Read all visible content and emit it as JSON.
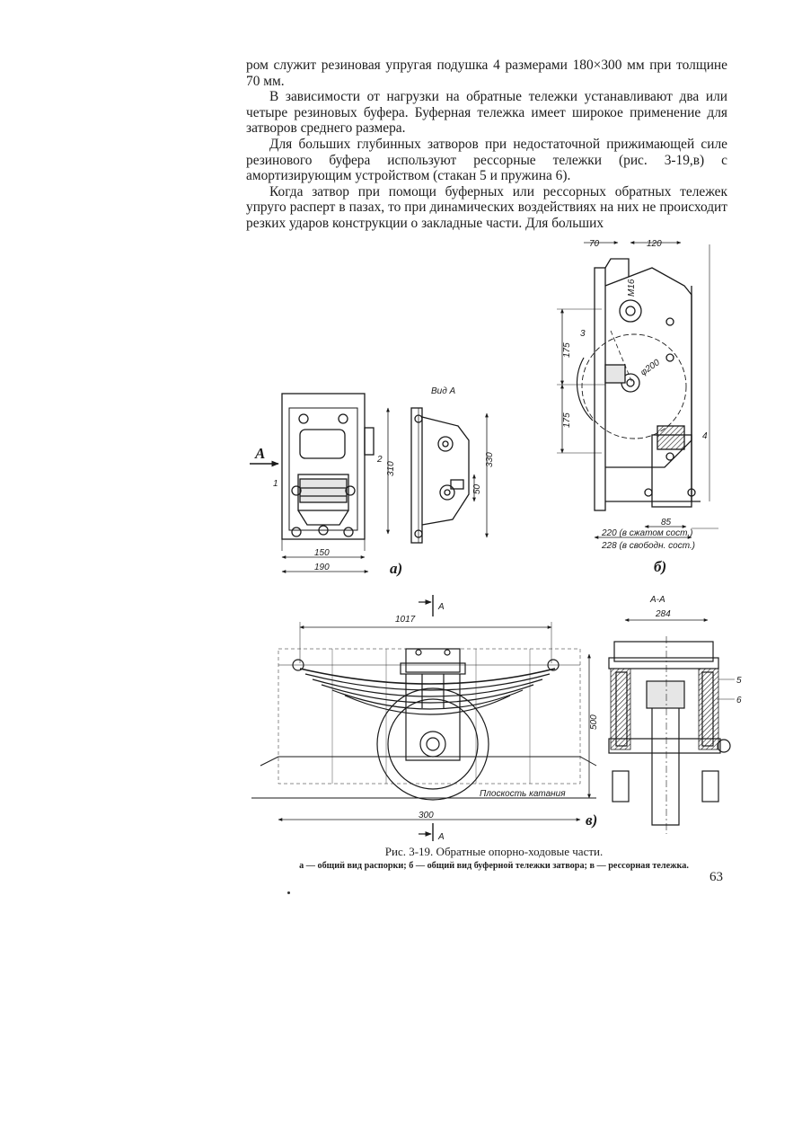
{
  "text": {
    "p1": "ром служит резиновая упругая подушка 4 размерами 180×300 мм при толщине 70 мм.",
    "p2": "В зависимости от нагрузки на обратные тележки устанавливают два или четыре резиновых буфера. Буферная тележка имеет широкое применение для затворов среднего размера.",
    "p3": "Для больших глубинных затворов при недостаточной прижимающей силе резинового буфера используют рессорные тележки (рис. 3-19,в) с амортизирующим устройством (стакан 5 и пружина 6).",
    "p4": "Когда затвор при помощи буферных или рессорных обратных тележек упруго расперт в пазах, то при динамических воздействиях на них не происходит резких ударов конструкции о закладные части. Для больших"
  },
  "figure": {
    "view_a_title": "Вид А",
    "arrow_a": "А",
    "label_a": "а)",
    "label_b": "б)",
    "label_v": "в)",
    "section_title": "А-А",
    "plane_label": "Плоскость катания",
    "dims_a": {
      "d150": "150",
      "d190": "190",
      "d310": "310",
      "d330": "330",
      "d50": "50"
    },
    "dims_b": {
      "d70": "70",
      "d120": "120",
      "m16": "М16",
      "d175a": "175",
      "d175b": "175",
      "phi200": "φ200",
      "d85": "85",
      "d220": "220 (в сжатом сост.)",
      "d228": "228 (в свободн. сост.)"
    },
    "dims_v": {
      "d1017": "1017",
      "d500": "500",
      "d300": "300",
      "d284": "284"
    },
    "callouts": {
      "c1": "1",
      "c2": "2",
      "c3": "3",
      "c4": "4",
      "c5": "5",
      "c6": "6",
      "secA_top": "А",
      "secA_bottom": "А"
    }
  },
  "caption": "Рис. 3-19. Обратные опорно-ходовые части.",
  "subcaption": "а — общий вид распорки; б — общий вид буферной тележки затвора; в — рессорная тележка.",
  "page_number": "63"
}
